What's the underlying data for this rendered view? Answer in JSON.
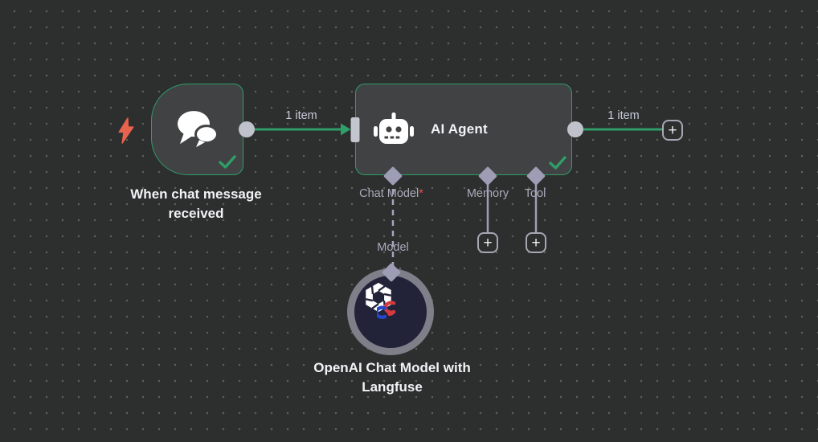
{
  "canvas": {
    "type": "workflow-editor",
    "colors": {
      "background": "#2d2e2e",
      "grid_dot": "#5e5f5f",
      "node_fill": "#414244",
      "node_border_success": "#2f9e68",
      "connection_green": "#2f9e68",
      "connector_endpoint": "#bfc2cb",
      "connector_diamond": "#9d9eb6",
      "port_label": "#a8acba",
      "title_text": "#f1f3f6",
      "trigger_bolt": "#e8634e",
      "required_asterisk": "#e5484d",
      "model_ring": "#7e7f88",
      "model_fill": "#222339"
    }
  },
  "nodes": {
    "chat_trigger": {
      "title": "When chat message received",
      "status": "success"
    },
    "ai_agent": {
      "title": "AI Agent",
      "status": "success",
      "ports": {
        "chat_model": {
          "label": "Chat Model",
          "required_mark": "*"
        },
        "memory": {
          "label": "Memory"
        },
        "tool": {
          "label": "Tool"
        }
      }
    },
    "openai_model": {
      "title": "OpenAI Chat Model with Langfuse",
      "input_label": "Model"
    }
  },
  "connections": {
    "trigger_to_agent": {
      "label": "1 item"
    },
    "agent_output": {
      "label": "1 item"
    }
  },
  "icons": {
    "plus": "+"
  }
}
